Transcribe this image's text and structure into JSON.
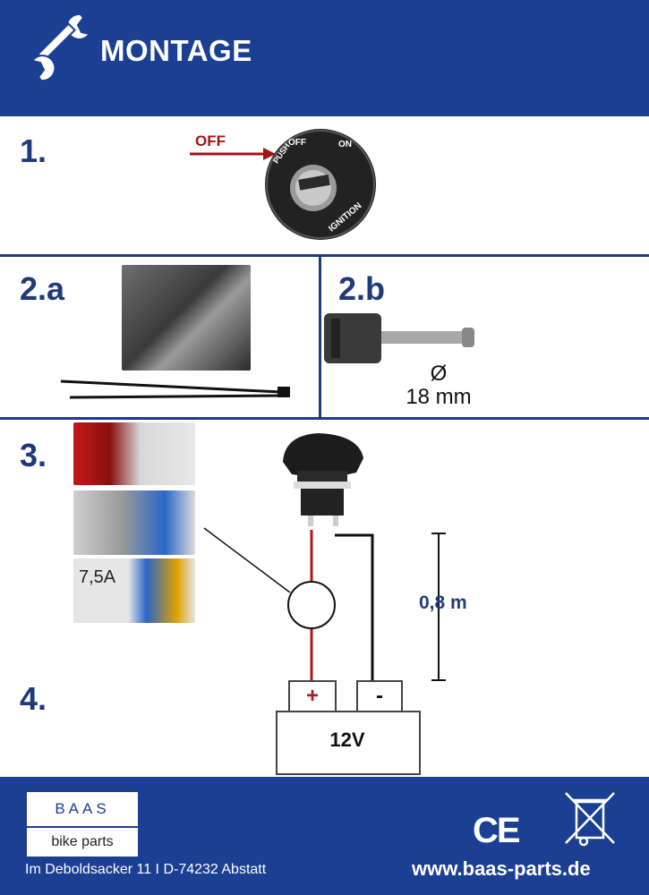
{
  "header": {
    "title": "MONTAGE",
    "icon": "wrench-icon",
    "bg_color": "#1b3f93"
  },
  "steps": {
    "s1": "1.",
    "s2a": "2.a",
    "s2b": "2.b",
    "s3": "3.",
    "s4": "4."
  },
  "ignition": {
    "arrow_label": "OFF",
    "switch_labels": {
      "push": "PUSH",
      "off": "OFF",
      "on": "ON",
      "ignition": "IGNITION"
    }
  },
  "drill": {
    "diameter_symbol": "Ø",
    "diameter": "18 mm"
  },
  "fuse": {
    "rating": "7,5A"
  },
  "wiring": {
    "cable_length": "0,8 m",
    "plus": "+",
    "minus": "-",
    "battery": "12V",
    "plus_color": "#b01818",
    "minus_color": "#111111"
  },
  "footer": {
    "brand_name": "BAAS",
    "brand_sub": "bike parts",
    "address": "Im Deboldsacker 11  I  D-74232 Abstatt",
    "url": "www.baas-parts.de",
    "ce_mark": "CE",
    "weee_icon": "crossed-bin-icon"
  }
}
